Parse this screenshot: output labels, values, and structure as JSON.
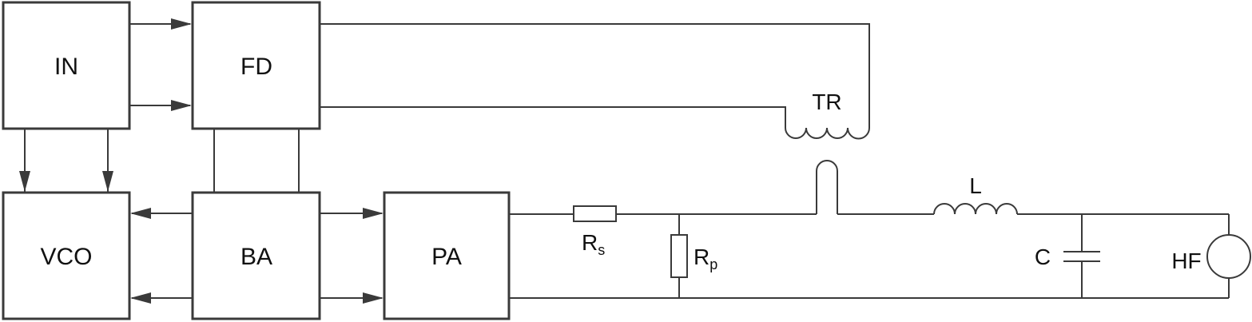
{
  "blocks": {
    "in": "IN",
    "fd": "FD",
    "vco": "VCO",
    "ba": "BA",
    "pa": "PA"
  },
  "components": {
    "tr": "TR",
    "l": "L",
    "c": "C",
    "hf": "HF",
    "rs_main": "R",
    "rs_sub": "s",
    "rp_main": "R",
    "rp_sub": "p"
  }
}
